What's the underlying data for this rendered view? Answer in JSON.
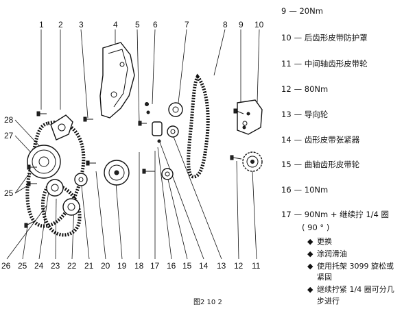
{
  "callouts_top": [
    "1",
    "2",
    "3",
    "4",
    "5",
    "6",
    "7",
    "8",
    "9",
    "10"
  ],
  "callouts_bottom": [
    "26",
    "25",
    "24",
    "23",
    "22",
    "21",
    "20",
    "19",
    "18",
    "17",
    "16",
    "15",
    "14",
    "13",
    "12",
    "11"
  ],
  "callouts_left": [
    "28",
    "27",
    "25"
  ],
  "legend": [
    {
      "num": "9",
      "text": "— 20Nm"
    },
    {
      "num": "10",
      "text": "— 后齿形皮带防护罩"
    },
    {
      "num": "11",
      "text": "— 中间轴齿形皮带轮"
    },
    {
      "num": "12",
      "text": "— 80Nm"
    },
    {
      "num": "13",
      "text": "— 导向轮"
    },
    {
      "num": "14",
      "text": "— 齿形皮带张紧器"
    },
    {
      "num": "15",
      "text": "— 曲轴齿形皮带轮"
    },
    {
      "num": "16",
      "text": "— 10Nm"
    },
    {
      "num": "17",
      "text": "— 90Nm + 继续拧 1/4 圈"
    }
  ],
  "legend_17_cont": "( 90 ° )",
  "legend_17_bullets": [
    "更换",
    "涂润滑油",
    "使用托架 3099 旋松或",
    "紧固",
    "继续拧紧 1/4 圈可分几",
    "步进行"
  ],
  "figure_caption": "图2 10 2"
}
